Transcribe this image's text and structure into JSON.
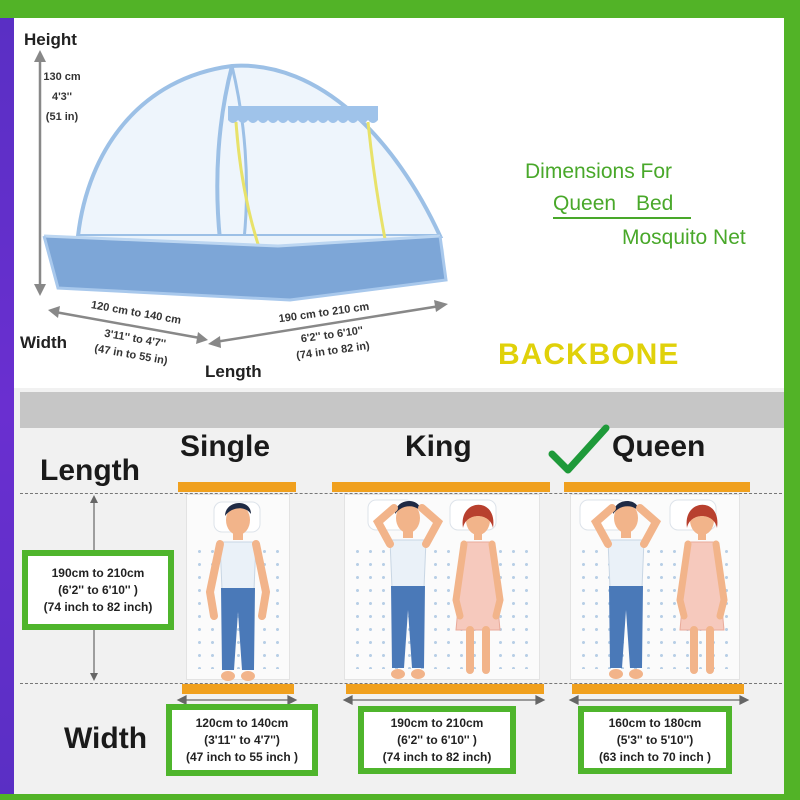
{
  "tent": {
    "height_label": "Height",
    "height_cm": "130 cm",
    "height_ft": "4'3''",
    "height_in": "(51 in)",
    "width_label": "Width",
    "width_cm": "120 cm to 140  cm",
    "width_ft": "3'11'' to 4'7''",
    "width_in": "(47 in to 55 in)",
    "length_label": "Length",
    "length_cm": "190 cm to 210 cm",
    "length_ft": "6'2'' to 6'10''",
    "length_in": "(74 in to 82 in)"
  },
  "heading": {
    "line1": "Dimensions For",
    "line2a": "Queen",
    "line2b": "Bed",
    "line3": "Mosquito Net"
  },
  "brand": "BACKBONE",
  "beds": {
    "row_length_label": "Length",
    "row_width_label": "Width",
    "length_box": [
      "190cm to 210cm",
      "(6'2'' to 6'10'' )",
      "(74 inch to 82 inch)"
    ],
    "columns": [
      {
        "title": "Single",
        "width_box": [
          "120cm to 140cm",
          "(3'11'' to 4'7'')",
          "(47 inch to 55 inch )"
        ]
      },
      {
        "title": "King",
        "width_box": [
          "190cm to 210cm",
          "(6'2'' to 6'10'' )",
          "(74 inch to 82 inch)"
        ]
      },
      {
        "title": "Queen",
        "width_box": [
          "160cm to 180cm",
          "(5'3'' to 5'10'')",
          "(63 inch to 70 inch )"
        ]
      }
    ],
    "selected": "Queen"
  },
  "colors": {
    "green": "#4fb52c",
    "orange": "#f0a01e",
    "purple": "#5a2fc4",
    "yellow": "#e0d10a",
    "net_blue": "#8fb4dd"
  },
  "icons": [
    "checkmark-icon",
    "mosquito-net-tent-illustration",
    "man-illustration",
    "woman-illustration"
  ]
}
